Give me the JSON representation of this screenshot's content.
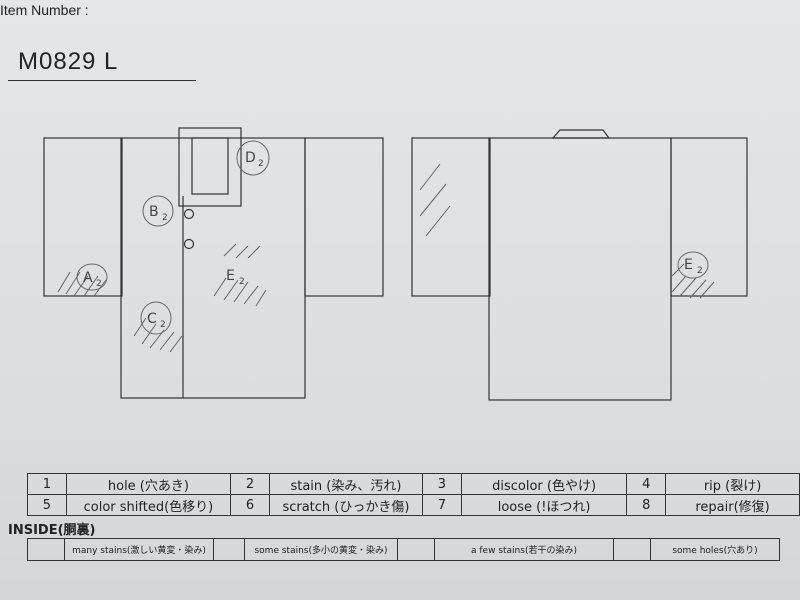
{
  "header": {
    "item_number_label": "Item Number :",
    "item_number_value": "M0829 L"
  },
  "marks": {
    "A": "A",
    "B": "B",
    "C": "C",
    "D": "D",
    "E": "E",
    "E_back": "E",
    "subscript": "2"
  },
  "legend": [
    {
      "num": "1",
      "label": "hole (穴あき)"
    },
    {
      "num": "2",
      "label": "stain (染み、汚れ)"
    },
    {
      "num": "3",
      "label": "discolor (色やけ)"
    },
    {
      "num": "4",
      "label": "rip (裂け)"
    },
    {
      "num": "5",
      "label": "color shifted(色移り)"
    },
    {
      "num": "6",
      "label": "scratch (ひっかき傷)"
    },
    {
      "num": "7",
      "label": "loose (!ほつれ)"
    },
    {
      "num": "8",
      "label": "repair(修復)"
    }
  ],
  "inside": {
    "title": "INSIDE(胴裏)",
    "items": [
      "many stains(激しい黄変・染み)",
      "some stains(多小の黄変・染み)",
      "a few stains(若干の染み)",
      "some holes(穴あり)"
    ]
  }
}
